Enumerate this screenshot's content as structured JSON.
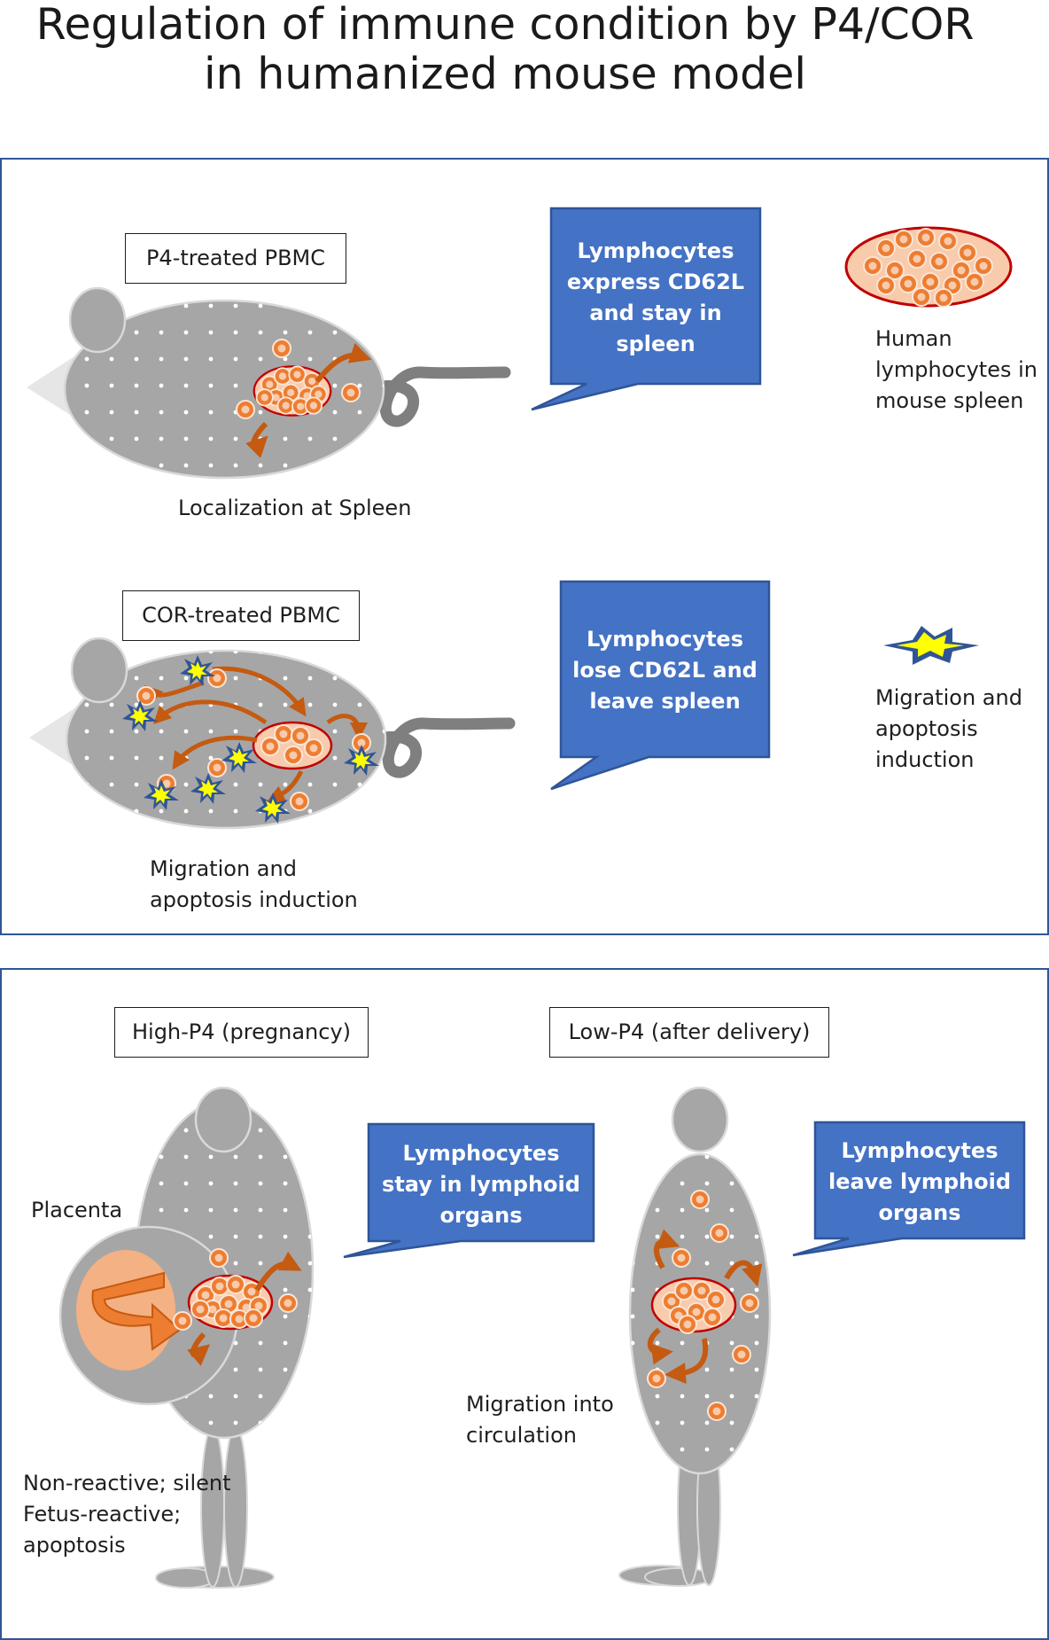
{
  "title": {
    "line1": "Regulation of immune condition by P4/COR",
    "line2": "in humanized mouse model"
  },
  "panel_top": {
    "p4": {
      "label": "P4-treated PBMC",
      "caption": "Localization at Spleen",
      "callout": [
        "Lymphocytes",
        "express CD62L",
        "and stay in",
        "spleen"
      ]
    },
    "cor": {
      "label": "COR-treated PBMC",
      "caption": [
        "Migration and",
        "apoptosis induction"
      ],
      "callout": [
        "Lymphocytes",
        "lose CD62L and",
        "leave spleen"
      ]
    },
    "legend": {
      "spleen": [
        "Human",
        "lymphocytes in",
        "mouse spleen"
      ],
      "burst": [
        "Migration and",
        "apoptosis",
        "induction"
      ]
    }
  },
  "panel_bottom": {
    "high": {
      "label": "High-P4 (pregnancy)",
      "placenta": "Placenta",
      "callout": [
        "Lymphocytes",
        "stay in lymphoid",
        "organs"
      ],
      "notes": [
        "Non-reactive; silent",
        "Fetus-reactive;",
        "apoptosis"
      ]
    },
    "low": {
      "label": "Low-P4 (after delivery)",
      "callout": [
        "Lymphocytes",
        "leave lymphoid",
        "organs"
      ],
      "caption": [
        "Migration into",
        "circulation"
      ]
    }
  },
  "colors": {
    "panel_border": "#2f5597",
    "callout_fill": "#4472c4",
    "body_gray": "#a6a6a6",
    "cell_orange": "#ed7d31",
    "arrow_brown": "#c55a11",
    "spleen_fill": "#f8cbad",
    "spleen_outline": "#c00000",
    "burst_yellow": "#ffff00",
    "burst_blue": "#2f5597",
    "placenta_fill": "#f4b183"
  }
}
